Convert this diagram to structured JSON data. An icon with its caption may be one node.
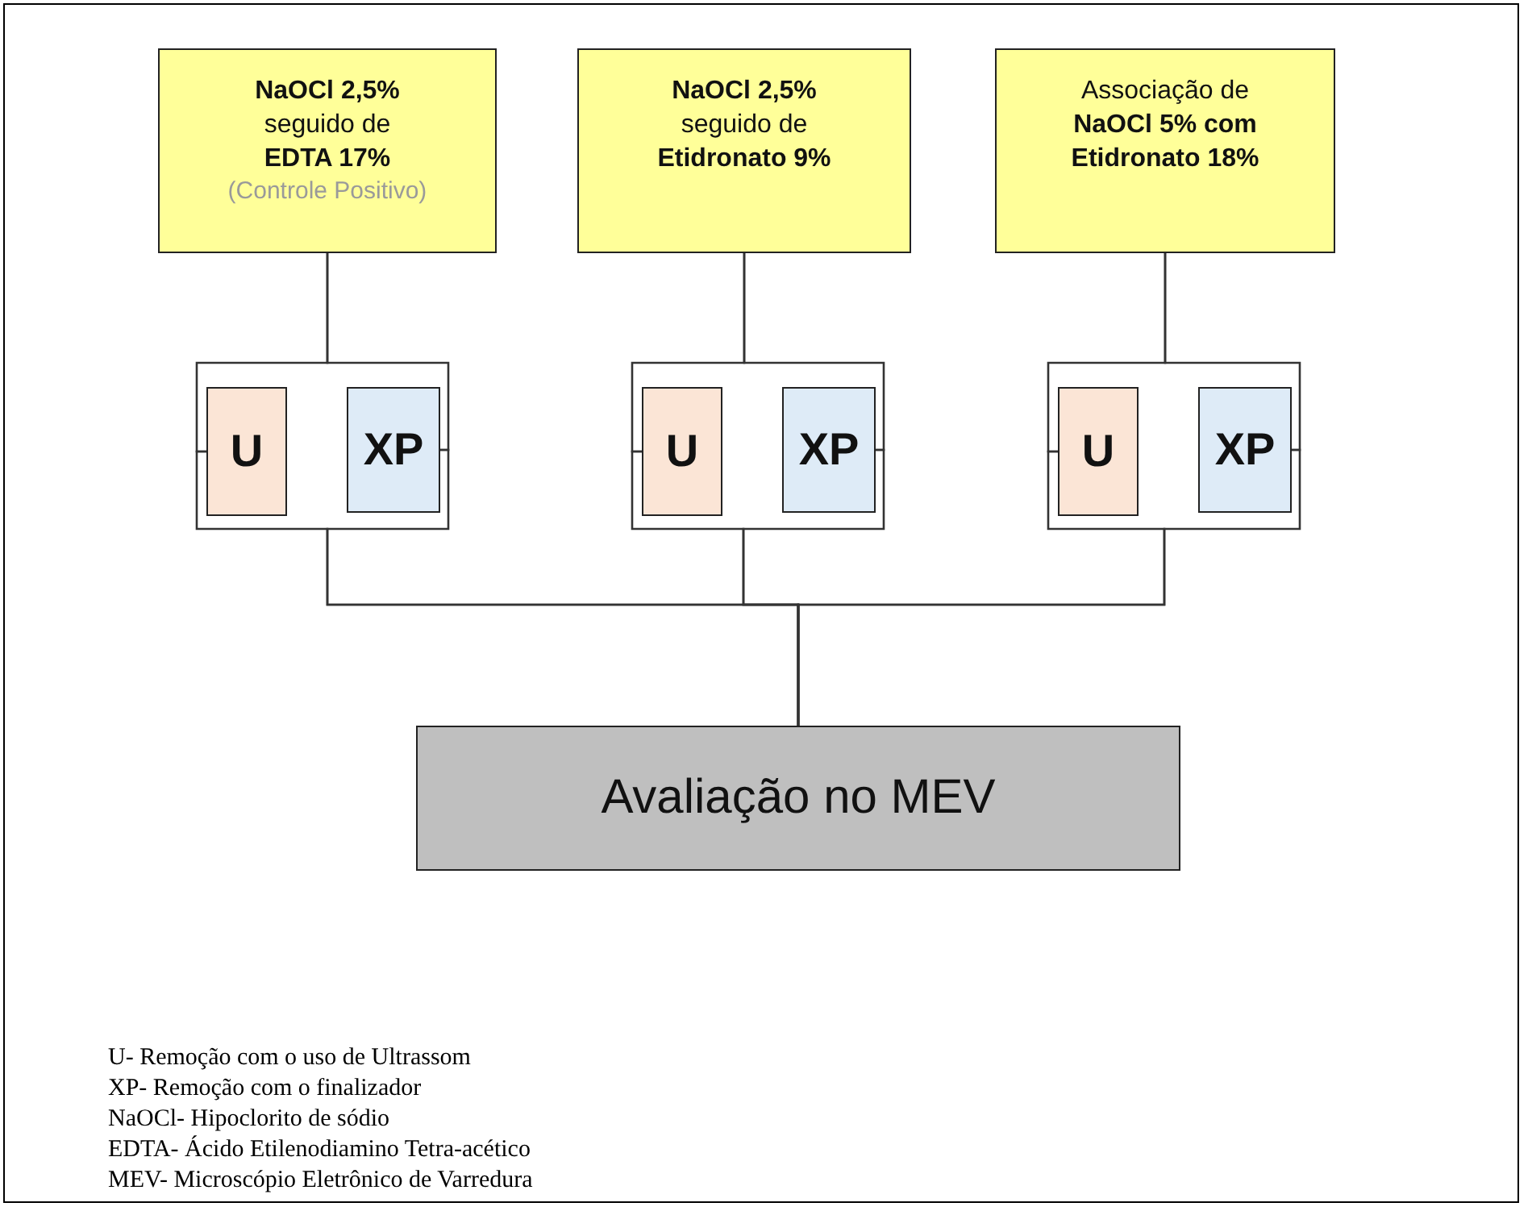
{
  "diagram": {
    "nodes": [
      {
        "text": [
          "**NaOCl 2,5%** seguido de **EDTA 17%**",
          "(Controle Positivo)"
        ]
      },
      {
        "text": [
          "**NaOCl 2,5%** seguido de **Etidronato 9%**"
        ]
      },
      {
        "text": [
          "Associação de **NaOCl 5% com Etidronato 18%**"
        ]
      },
      {
        "text": [
          "U"
        ]
      },
      {
        "text": [
          "XP"
        ]
      },
      {
        "text": [
          "U"
        ]
      },
      {
        "text": [
          "XP"
        ]
      },
      {
        "text": [
          "U"
        ]
      },
      {
        "text": [
          "XP"
        ]
      },
      {
        "text": [
          "Avaliação no MEV"
        ]
      }
    ],
    "edges": [
      {
        "from": 0,
        "to": 3,
        "arrow": "none"
      },
      {
        "from": 0,
        "to": 4,
        "arrow": "none"
      },
      {
        "from": 1,
        "to": 5,
        "arrow": "none"
      },
      {
        "from": 1,
        "to": 6,
        "arrow": "none"
      },
      {
        "from": 2,
        "to": 7,
        "arrow": "none"
      },
      {
        "from": 2,
        "to": 8,
        "arrow": "none"
      },
      {
        "from": 3,
        "to": 9,
        "arrow": "none"
      },
      {
        "from": 4,
        "to": 9,
        "arrow": "none"
      },
      {
        "from": 5,
        "to": 9,
        "arrow": "none"
      },
      {
        "from": 6,
        "to": 9,
        "arrow": "none"
      },
      {
        "from": 7,
        "to": 9,
        "arrow": "none"
      },
      {
        "from": 8,
        "to": 9,
        "arrow": "none"
      }
    ],
    "labels": [
      "U- Remoção com o uso de Ultrassom",
      "XP- Remoção com o finalizador",
      "NaOCl- Hipoclorito de sódio",
      "EDTA- Ácido Etilenodiamino Tetra-acético",
      "MEV- Microscópio Eletrônico de Varredura"
    ]
  }
}
